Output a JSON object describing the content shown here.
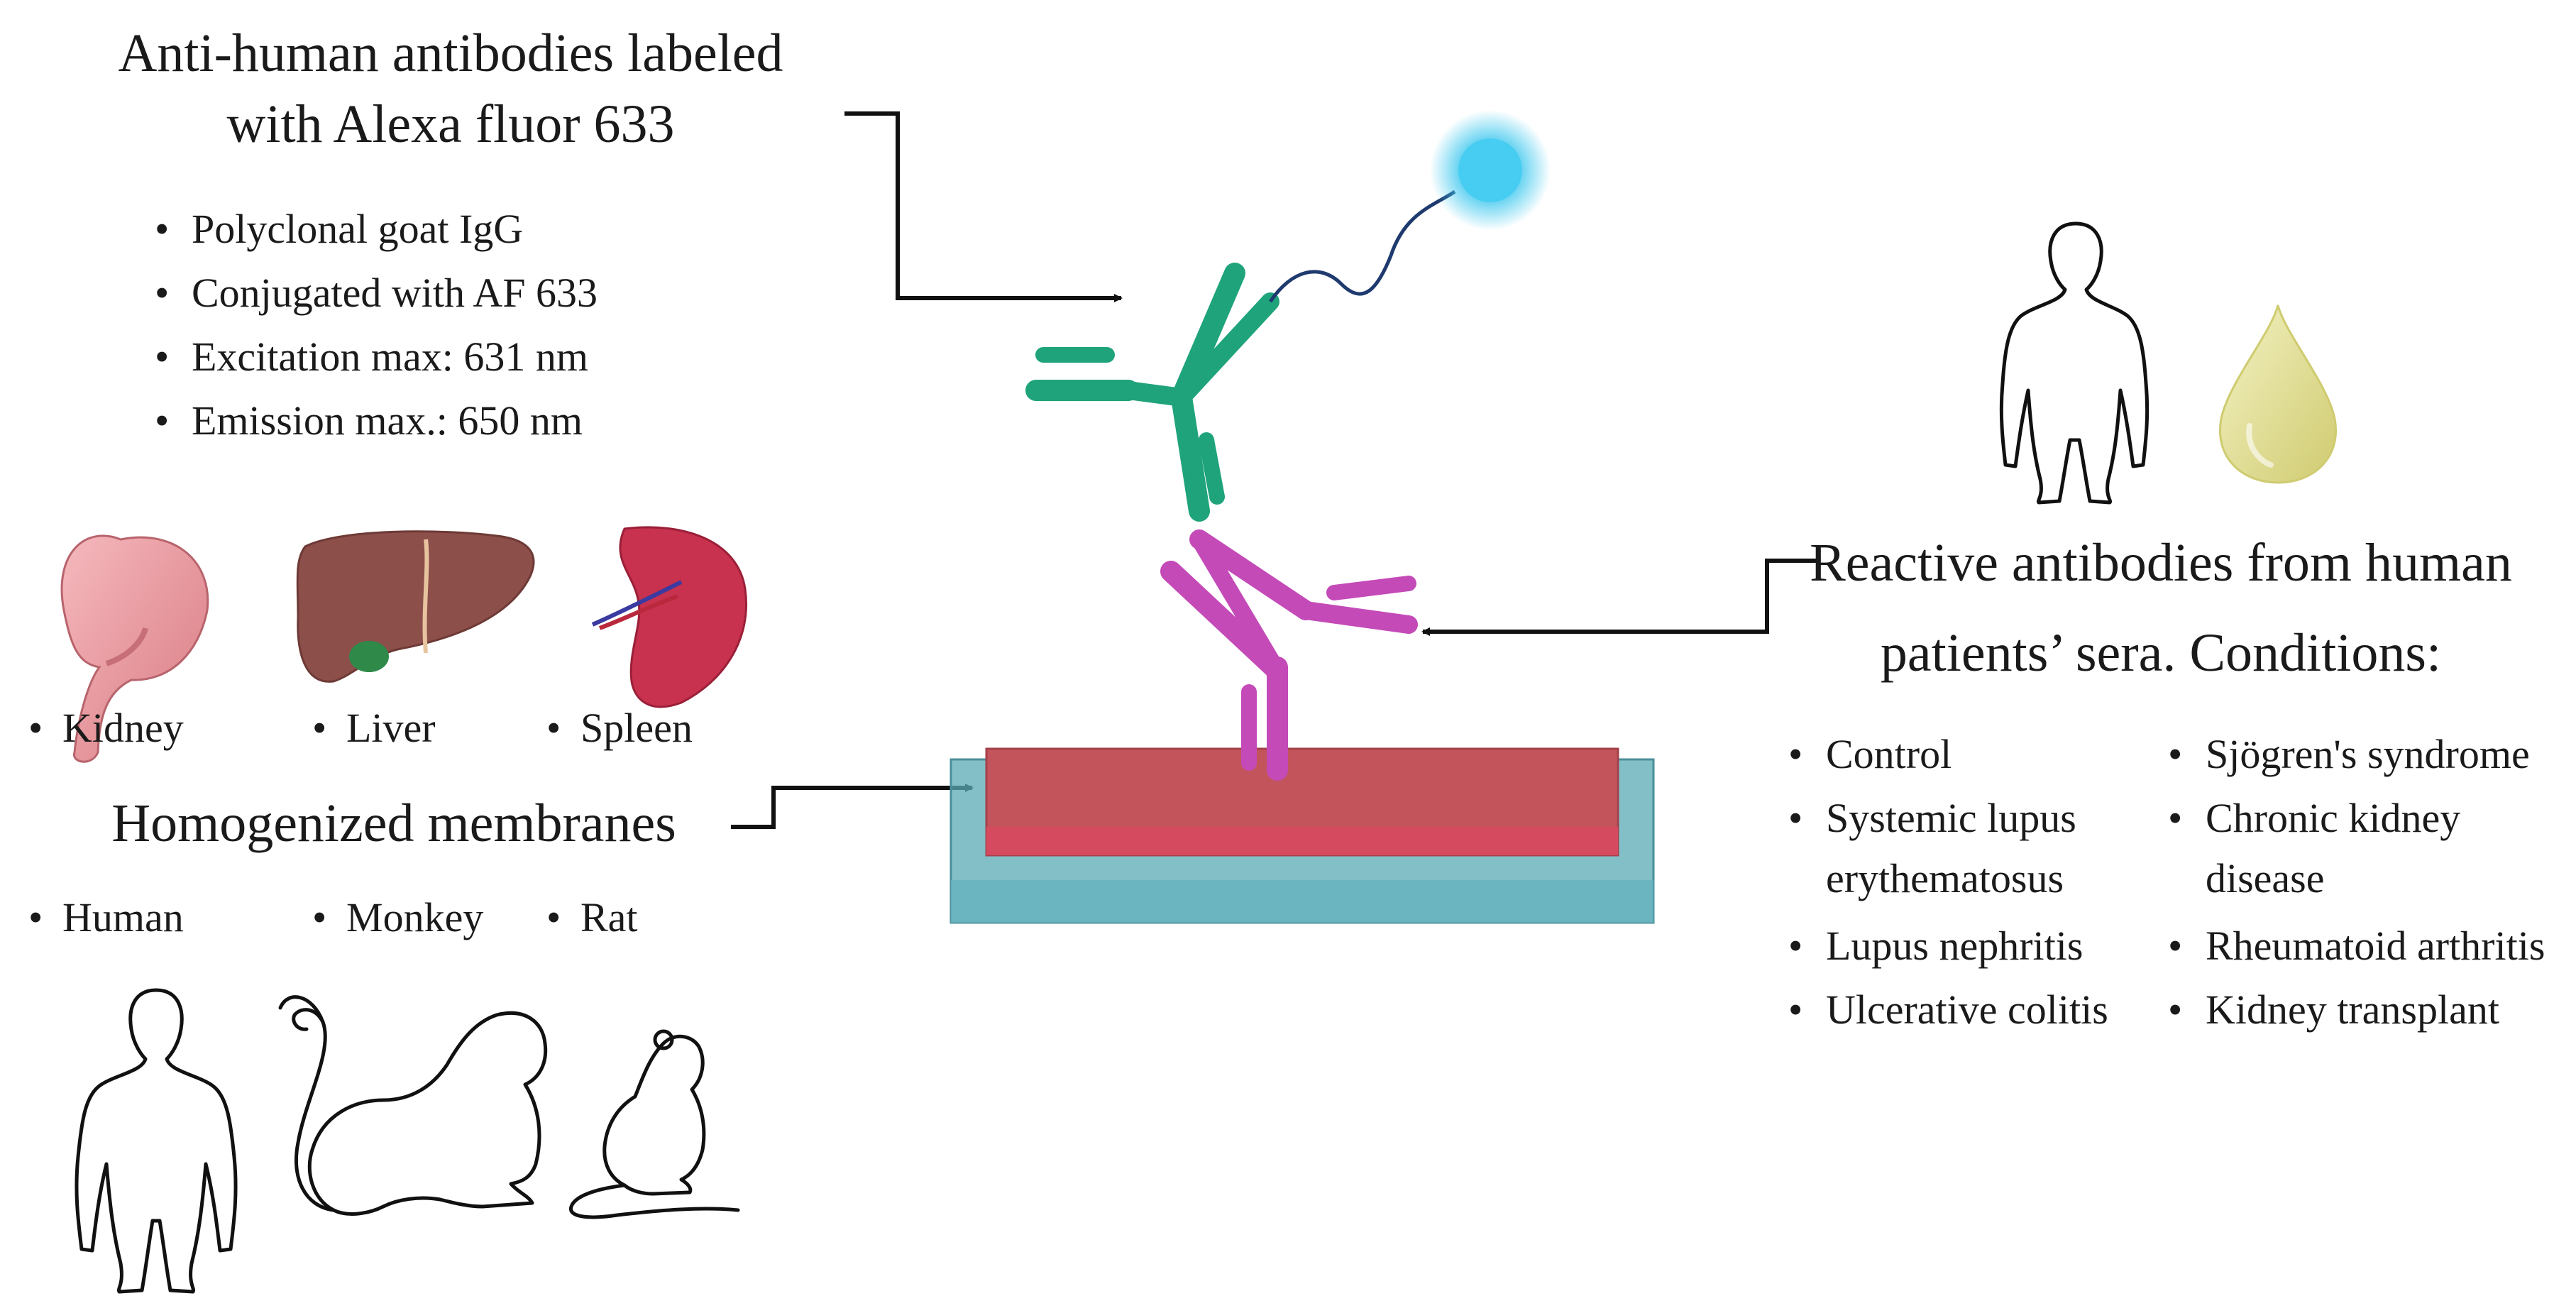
{
  "antibody_label": {
    "title_lines": [
      "Anti-human antibodies labeled",
      "with Alexa fluor 633"
    ],
    "bullets": [
      "Polyclonal goat IgG",
      "Conjugated with AF 633",
      "Excitation max: 631 nm",
      "Emission max.: 650 nm"
    ]
  },
  "organs": {
    "items": [
      "Kidney",
      "Liver",
      "Spleen"
    ]
  },
  "membranes": {
    "title": "Homogenized membranes",
    "species": [
      "Human",
      "Monkey",
      "Rat"
    ]
  },
  "patients": {
    "title_lines": [
      "Reactive antibodies from human",
      "patients’ sera. Conditions:"
    ],
    "conditions_left": [
      "Control",
      "Systemic lupus",
      "erythematosus",
      "Lupus nephritis",
      "Ulcerative colitis"
    ],
    "conditions_right": [
      "Sjögren's syndrome",
      "Chronic kidney",
      "disease",
      "Rheumatoid arthritis",
      "Kidney transplant"
    ]
  },
  "colors": {
    "secondary_antibody": "#1fa37a",
    "primary_antibody": "#c44ab8",
    "fluorophore": "#3fc8ee",
    "membrane_top": "#c3545c",
    "membrane_base": "#5aa9b4",
    "kidney": "#e89aa0",
    "liver": "#8c4f4a",
    "spleen": "#c8324e",
    "serum_drop": "#e6e39a"
  },
  "icons": [
    "kidney-icon",
    "liver-icon",
    "spleen-icon",
    "human-silhouette-icon",
    "monkey-silhouette-icon",
    "rat-silhouette-icon",
    "serum-drop-icon",
    "fluorophore-icon"
  ]
}
